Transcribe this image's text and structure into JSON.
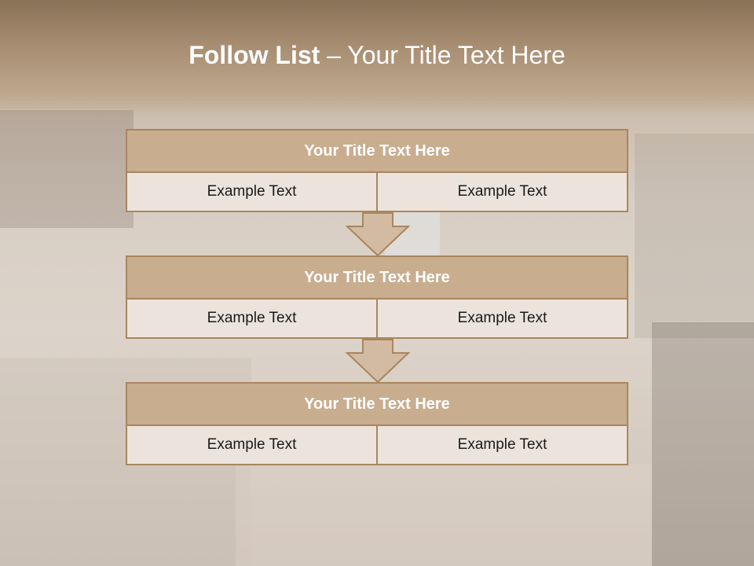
{
  "title": {
    "bold": "Follow List",
    "rest": " – Your Title Text Here"
  },
  "steps": [
    {
      "title": "Your Title Text Here",
      "left": "Example Text",
      "right": "Example Text"
    },
    {
      "title": "Your Title Text Here",
      "left": "Example Text",
      "right": "Example Text"
    },
    {
      "title": "Your Title Text Here",
      "left": "Example Text",
      "right": "Example Text"
    }
  ],
  "colors": {
    "header_fill": "#c8ad8f",
    "border": "#a9865f",
    "cell_fill": "#ece4dc",
    "arrow_fill": "#d2bba2"
  },
  "icons": [
    "down-arrow-icon"
  ]
}
